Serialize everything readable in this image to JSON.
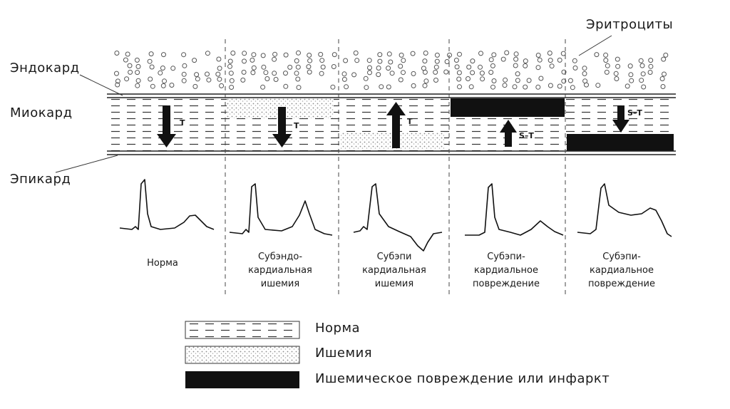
{
  "labels": {
    "endocard": "Эндокард",
    "myocard": "Миокард",
    "epicard": "Эпикард",
    "erythrocytes": "Эритроциты"
  },
  "panels": [
    {
      "caption": [
        "Норма"
      ],
      "arrow": "down",
      "arrow_label": "T"
    },
    {
      "caption": [
        "Субэндо-",
        "кардиальная",
        "ишемия"
      ],
      "arrow": "down",
      "arrow_label": "T"
    },
    {
      "caption": [
        "Субэпи",
        "кардиальная",
        "ишемия"
      ],
      "arrow": "up",
      "arrow_label": "T"
    },
    {
      "caption": [
        "Субэпи-",
        "кардиальное",
        "повреждение"
      ],
      "arrow": "up",
      "arrow_label": "S–T"
    },
    {
      "caption": [
        "Субэпи-",
        "кардиальное",
        "повреждение"
      ],
      "arrow": "down",
      "arrow_label": "S–T"
    }
  ],
  "legend": [
    {
      "label": "Норма",
      "pattern": "normal"
    },
    {
      "label": "Ишемия",
      "pattern": "ischemia"
    },
    {
      "label": "Ишемическое повреждение или инфаркт",
      "pattern": "injury"
    }
  ],
  "colors": {
    "ink": "#1a1a1a",
    "dots": "#555555",
    "ischemia": "#9a9a9a"
  }
}
